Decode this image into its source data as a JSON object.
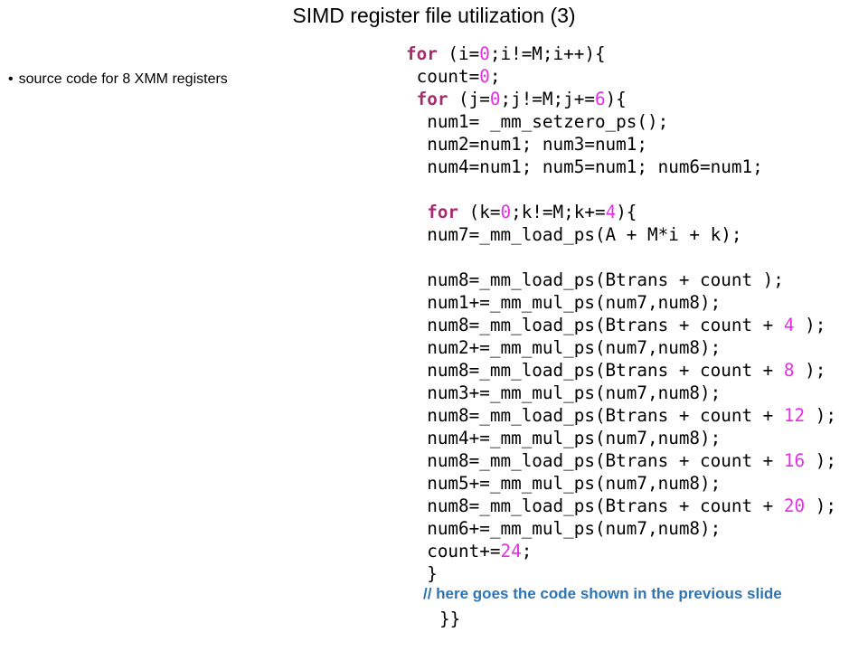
{
  "slide": {
    "title": "SIMD register file utilization (3)",
    "bullet": "source code for 8 XMM registers",
    "bullet_marker": "•"
  },
  "code": {
    "colors": {
      "keyword": "#a52a6e",
      "number": "#e62ee6",
      "comment": "#2e75b6"
    },
    "lines": [
      [
        {
          "t": "for",
          "c": "kw"
        },
        {
          "t": " (i="
        },
        {
          "t": "0",
          "c": "num"
        },
        {
          "t": ";i!=M;i++){"
        }
      ],
      [
        {
          "t": " count="
        },
        {
          "t": "0",
          "c": "num"
        },
        {
          "t": ";"
        }
      ],
      [
        {
          "t": " "
        },
        {
          "t": "for",
          "c": "kw"
        },
        {
          "t": " (j="
        },
        {
          "t": "0",
          "c": "num"
        },
        {
          "t": ";j!=M;j+="
        },
        {
          "t": "6",
          "c": "num"
        },
        {
          "t": "){"
        }
      ],
      [
        {
          "t": "  num1= _mm_setzero_ps();"
        }
      ],
      [
        {
          "t": "  num2=num1; num3=num1;"
        }
      ],
      [
        {
          "t": "  num4=num1; num5=num1; num6=num1;"
        }
      ],
      [
        {
          "t": ""
        }
      ],
      [
        {
          "t": "  "
        },
        {
          "t": "for",
          "c": "kw"
        },
        {
          "t": " (k="
        },
        {
          "t": "0",
          "c": "num"
        },
        {
          "t": ";k!=M;k+="
        },
        {
          "t": "4",
          "c": "num"
        },
        {
          "t": "){"
        }
      ],
      [
        {
          "t": "  num7=_mm_load_ps(A + M*i + k);"
        }
      ],
      [
        {
          "t": ""
        }
      ],
      [
        {
          "t": "  num8=_mm_load_ps(Btrans + count );"
        }
      ],
      [
        {
          "t": "  num1+=_mm_mul_ps(num7,num8);"
        }
      ],
      [
        {
          "t": "  num8=_mm_load_ps(Btrans + count + "
        },
        {
          "t": "4",
          "c": "num"
        },
        {
          "t": " );"
        }
      ],
      [
        {
          "t": "  num2+=_mm_mul_ps(num7,num8);"
        }
      ],
      [
        {
          "t": "  num8=_mm_load_ps(Btrans + count + "
        },
        {
          "t": "8",
          "c": "num"
        },
        {
          "t": " );"
        }
      ],
      [
        {
          "t": "  num3+=_mm_mul_ps(num7,num8);"
        }
      ],
      [
        {
          "t": "  num8=_mm_load_ps(Btrans + count + "
        },
        {
          "t": "12",
          "c": "num"
        },
        {
          "t": " );"
        }
      ],
      [
        {
          "t": "  num4+=_mm_mul_ps(num7,num8);"
        }
      ],
      [
        {
          "t": "  num8=_mm_load_ps(Btrans + count + "
        },
        {
          "t": "16",
          "c": "num"
        },
        {
          "t": " );"
        }
      ],
      [
        {
          "t": "  num5+=_mm_mul_ps(num7,num8);"
        }
      ],
      [
        {
          "t": "  num8=_mm_load_ps(Btrans + count + "
        },
        {
          "t": "20",
          "c": "num"
        },
        {
          "t": " );"
        }
      ],
      [
        {
          "t": "  num6+=_mm_mul_ps(num7,num8);"
        }
      ],
      [
        {
          "t": "  count+="
        },
        {
          "t": "24",
          "c": "num"
        },
        {
          "t": ";"
        }
      ],
      [
        {
          "t": "  }"
        }
      ]
    ],
    "comment": "// here goes the code shown in the previous slide",
    "closing": "}}"
  }
}
